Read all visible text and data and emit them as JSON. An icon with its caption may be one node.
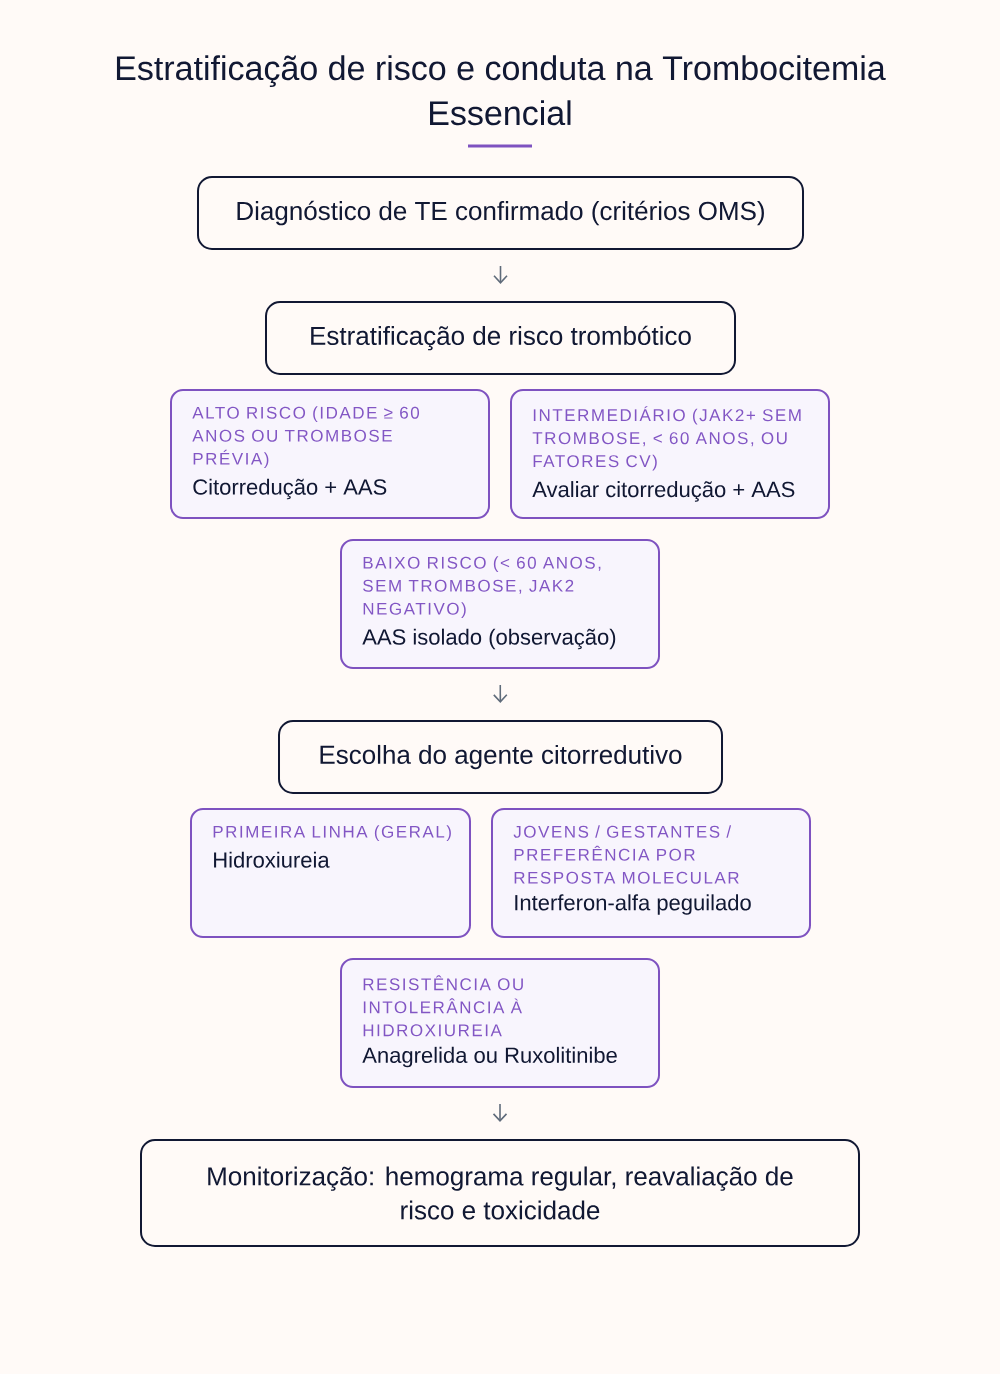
{
  "diagram": {
    "title": "Estratificação de risco e conduta na Trombocitemia Essencial",
    "nodes": [
      {
        "text": [
          "Diagnóstico de TE confirmado (critérios OMS)"
        ]
      },
      {
        "text": [
          "Estratificação de risco trombótico"
        ]
      },
      {
        "text": [
          "ALTO RISCO (IDADE ≥ 60 ANOS OU TROMBOSE PRÉVIA)",
          "Citorredução + AAS"
        ]
      },
      {
        "text": [
          "INTERMEDIÁRIO (JAK2+ SEM TROMBOSE, < 60 ANOS, OU FATORES CV)",
          "Avaliar citorredução + AAS"
        ]
      },
      {
        "text": [
          "BAIXO RISCO (< 60 ANOS, SEM TROMBOSE, JAK2 NEGATIVO)",
          "AAS isolado (observação)"
        ]
      },
      {
        "text": [
          "Escolha do agente citorredutivo"
        ]
      },
      {
        "text": [
          "PRIMEIRA LINHA (GERAL)",
          "Hidroxiureia"
        ]
      },
      {
        "text": [
          "JOVENS / GESTANTES / PREFERÊNCIA POR RESPOSTA MOLECULAR",
          "Interferon-alfa peguilado"
        ]
      },
      {
        "text": [
          "RESISTÊNCIA OU INTOLERÂNCIA À HIDROXIUREIA",
          "Anagrelida ou Ruxolitinibe"
        ]
      },
      {
        "text": [
          "Monitorização: hemograma regular, reavaliação de risco e toxicidade"
        ]
      }
    ],
    "edges": [
      {
        "from": 0,
        "to": 1,
        "arrow": "to"
      },
      {
        "from": 4,
        "to": 5,
        "arrow": "to"
      },
      {
        "from": 8,
        "to": 9,
        "arrow": "to"
      }
    ]
  }
}
